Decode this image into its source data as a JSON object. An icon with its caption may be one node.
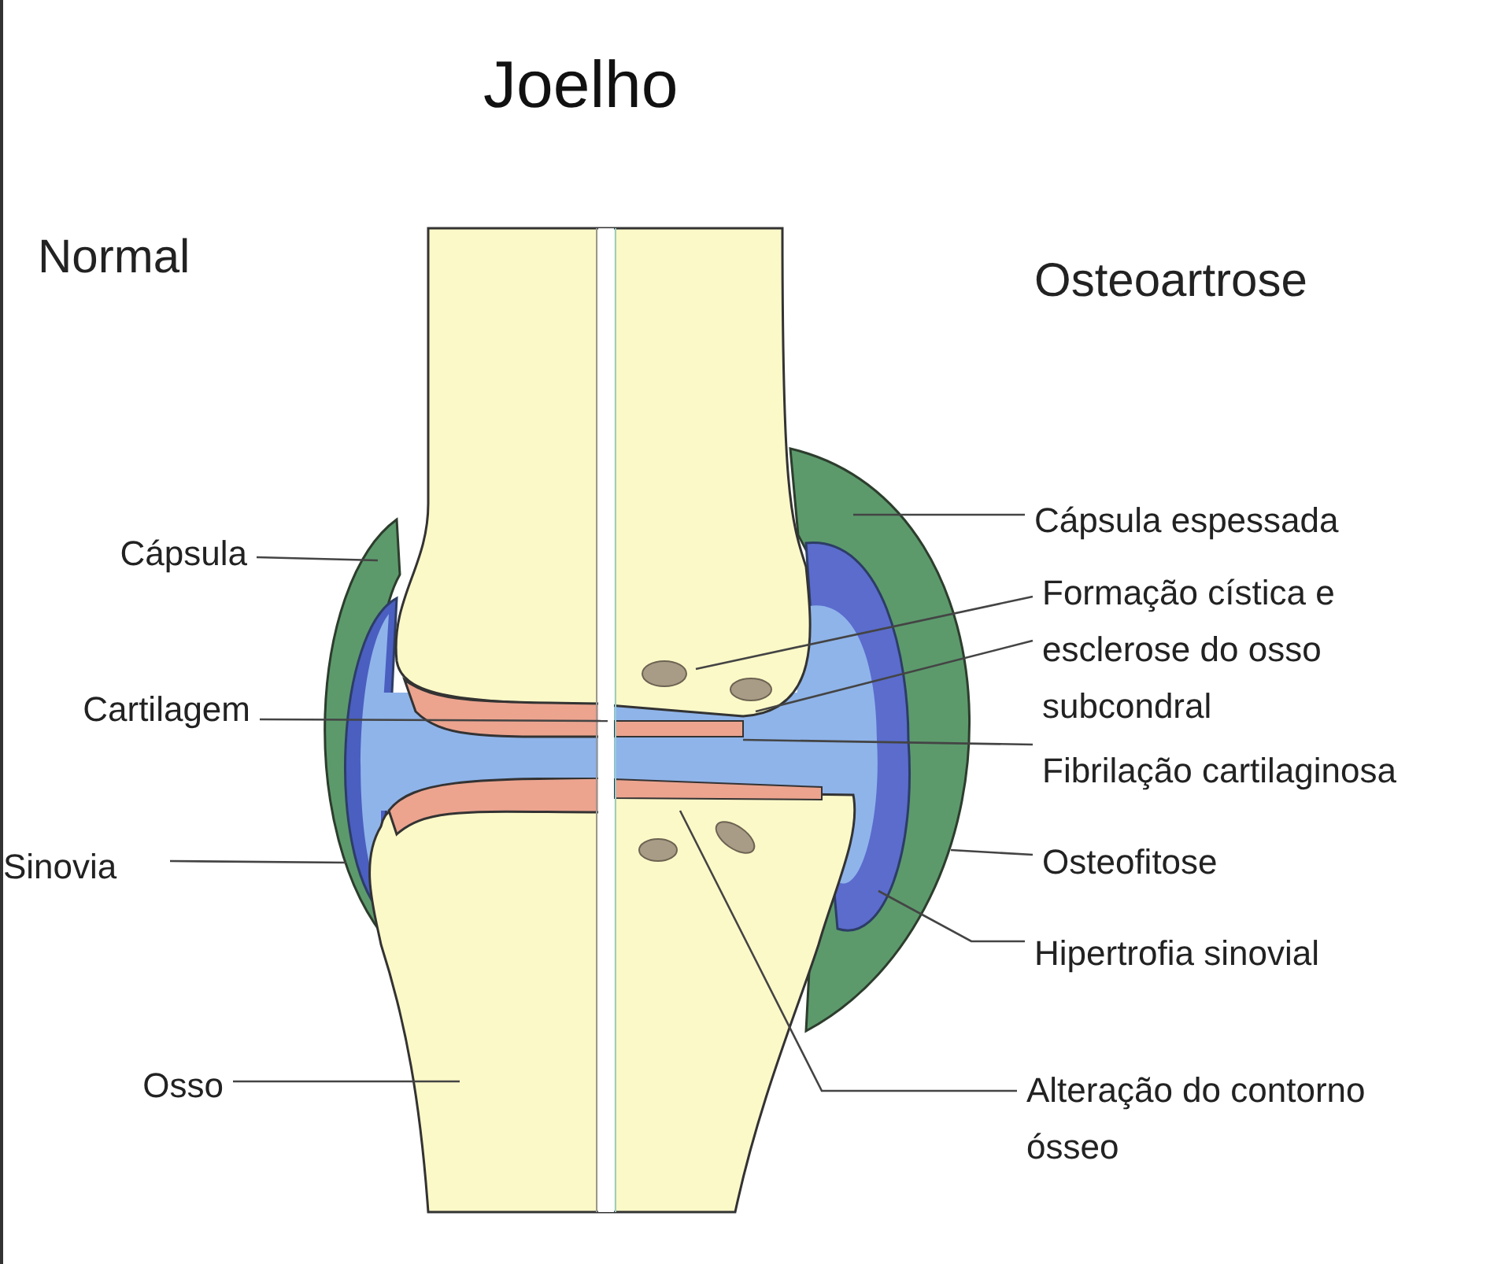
{
  "diagram": {
    "title": "Joelho",
    "nodes": [
      {
        "text": [
          "Cápsula"
        ]
      },
      {
        "text": [
          "Cartilagem"
        ]
      },
      {
        "text": [
          "Sinovia"
        ]
      },
      {
        "text": [
          "Osso"
        ]
      },
      {
        "text": [
          "Cápsula espessada"
        ]
      },
      {
        "text": [
          "Formação cística e esclerose do osso subcondral"
        ]
      },
      {
        "text": [
          "Fibrilação cartilaginosa"
        ]
      },
      {
        "text": [
          "Osteofitose"
        ]
      },
      {
        "text": [
          "Hipertrofia sinovial"
        ]
      },
      {
        "text": [
          "Alteração do contorno ósseo"
        ]
      }
    ],
    "edges": [
      {
        "from": 0,
        "to": null,
        "arrow": "none"
      },
      {
        "from": 1,
        "to": null,
        "arrow": "none"
      },
      {
        "from": 2,
        "to": null,
        "arrow": "none"
      },
      {
        "from": 3,
        "to": null,
        "arrow": "none"
      },
      {
        "from": 4,
        "to": null,
        "arrow": "none"
      },
      {
        "from": 5,
        "to": null,
        "arrow": "none"
      },
      {
        "from": 5,
        "to": null,
        "arrow": "none"
      },
      {
        "from": 6,
        "to": null,
        "arrow": "none"
      },
      {
        "from": 7,
        "to": null,
        "arrow": "none"
      },
      {
        "from": 8,
        "to": null,
        "arrow": "none"
      },
      {
        "from": 9,
        "to": null,
        "arrow": "none"
      }
    ],
    "labels": [
      "Normal",
      "Osteoartrose"
    ]
  }
}
